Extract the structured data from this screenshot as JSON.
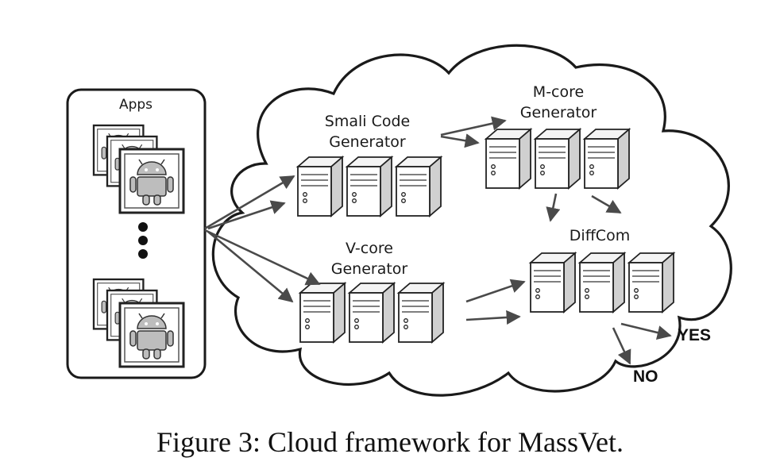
{
  "nodes": {
    "apps": "Apps",
    "smali": {
      "line1": "Smali Code",
      "line2": "Generator"
    },
    "mcore": {
      "line1": "M-core",
      "line2": "Generator"
    },
    "vcore": {
      "line1": "V-core",
      "line2": "Generator"
    },
    "diffcom": "DiffCom"
  },
  "outcomes": {
    "yes": "YES",
    "no": "NO"
  },
  "caption": {
    "label": "Figure 3:",
    "text": "Cloud framework for MassVet."
  },
  "icons": [
    "android-app-icon",
    "server-icon",
    "cloud-icon",
    "ellipsis-icon"
  ]
}
